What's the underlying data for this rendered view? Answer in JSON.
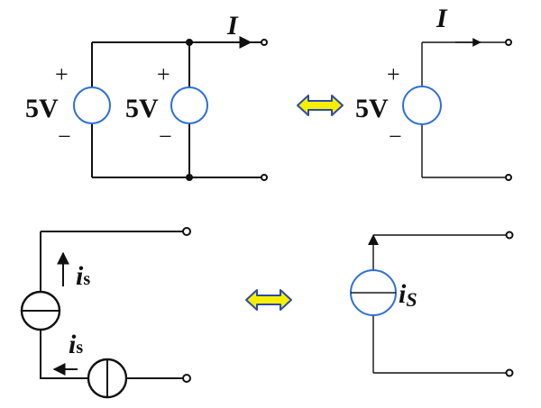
{
  "colors": {
    "wire": "#111111",
    "source_outline_blue": "#2e6fd6",
    "equiv_arrow_fill": "#f6f000",
    "equiv_arrow_outline": "#2e4aa8"
  },
  "top_left": {
    "source1_value": "5V",
    "source2_value": "5V",
    "plus": "+",
    "minus": "−",
    "current_label": "I"
  },
  "top_right": {
    "source_value": "5V",
    "plus": "+",
    "minus": "−",
    "current_label": "I"
  },
  "bottom_left": {
    "current_label_main": "i",
    "current_label_sub": "s"
  },
  "bottom_right": {
    "current_label_main": "i",
    "current_label_sub": "S"
  },
  "equivalence_icon": "double-arrow-icon"
}
